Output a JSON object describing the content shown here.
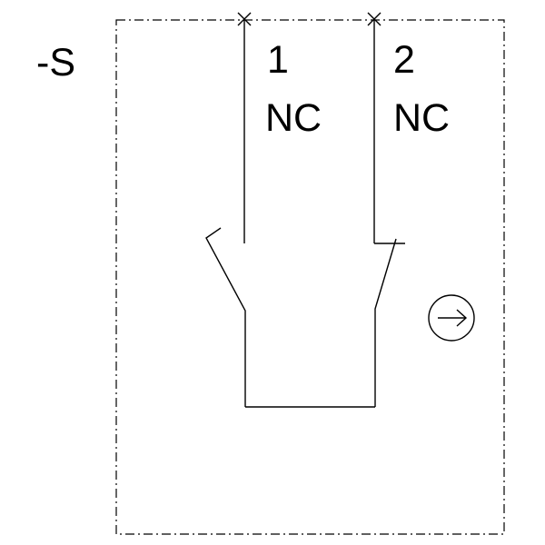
{
  "device_tag": "-S",
  "contacts": [
    {
      "number": "1",
      "type": "NC"
    },
    {
      "number": "2",
      "type": "NC"
    }
  ],
  "icons": {
    "actuator": "circled-right-arrow-icon",
    "terminal": "cross-terminal-icon"
  },
  "colors": {
    "stroke": "#000000",
    "background": "#ffffff"
  }
}
